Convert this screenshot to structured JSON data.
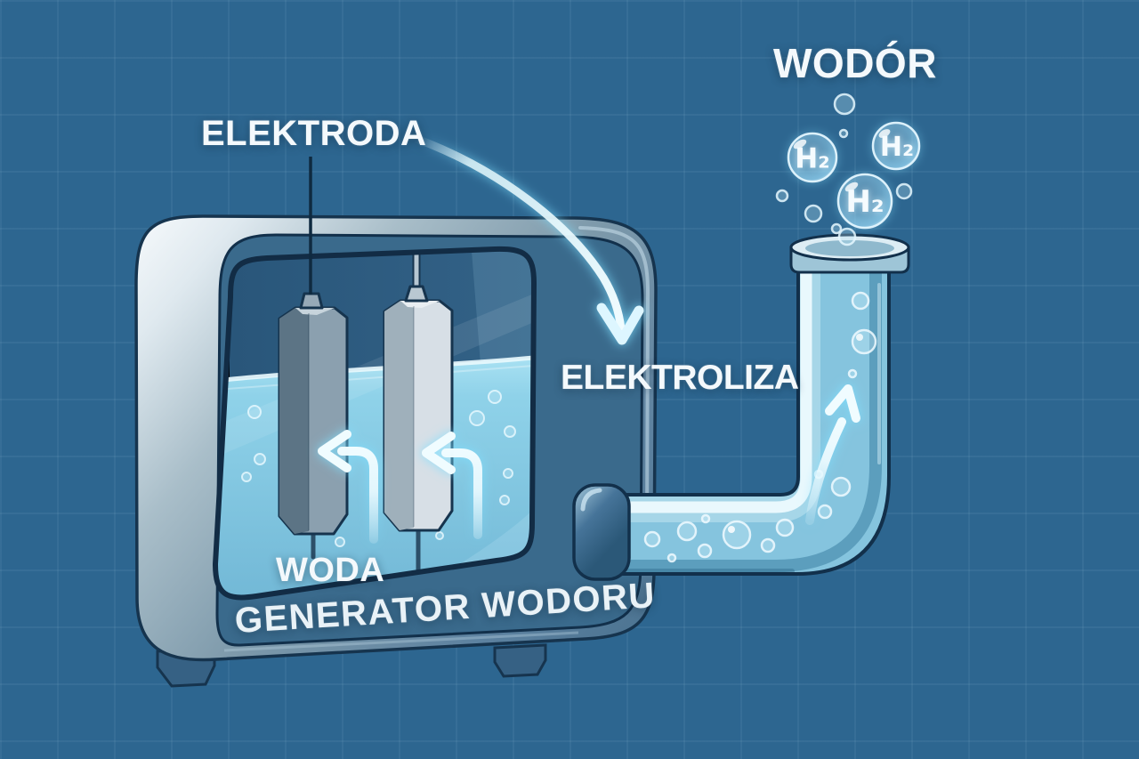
{
  "labels": {
    "electrode": "ELEKTRODA",
    "hydrogen": "WODÓR",
    "electrolysis": "ELEKTROLIZA",
    "water": "WODA",
    "generator": "GENERATOR WODORU"
  },
  "molecules": [
    {
      "formula": "H₂"
    },
    {
      "formula": "H₂"
    },
    {
      "formula": "H₂"
    }
  ],
  "colors": {
    "background": "#2d6690",
    "machine_front": "#3a6a8c",
    "metal_light": "#eef4f8",
    "outline_navy": "#16344e",
    "water": "#8ccbe4",
    "glow": "#9fe4ff",
    "label_text": "#f4f9fc"
  }
}
